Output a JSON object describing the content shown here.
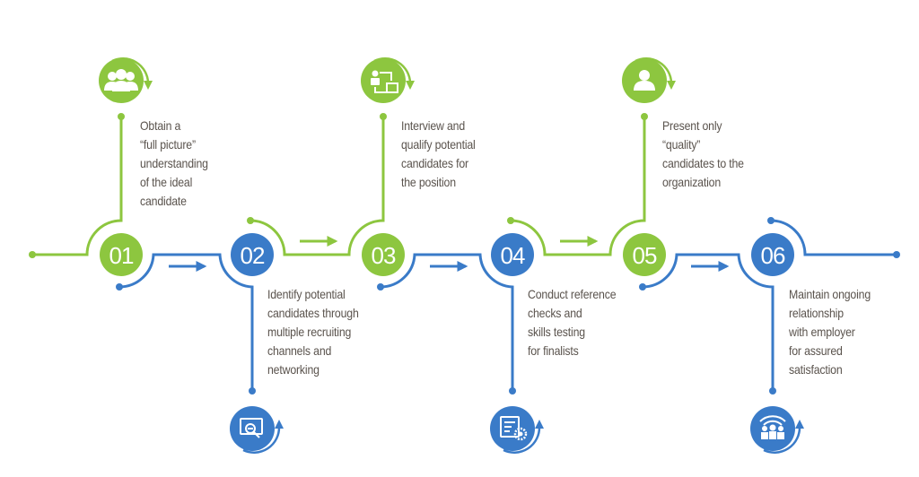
{
  "title": "Recruiting process timeline",
  "colors": {
    "green": "#8DC63F",
    "blue": "#3A7BC8",
    "text": "#5a534d"
  },
  "steps": [
    {
      "number": "01",
      "color": "green",
      "icon": "group-people-icon",
      "text": "Obtain a\n“full picture”\nunderstanding\nof the ideal\ncandidate"
    },
    {
      "number": "02",
      "color": "blue",
      "icon": "monitor-search-icon",
      "text": "Identify potential\ncandidates through\nmultiple recruiting\nchannels and\nnetworking"
    },
    {
      "number": "03",
      "color": "green",
      "icon": "interview-flow-icon",
      "text": "Interview and\nqualify potential\ncandidates for\nthe position"
    },
    {
      "number": "04",
      "color": "blue",
      "icon": "document-gear-icon",
      "text": "Conduct reference\nchecks and\nskills testing\nfor finalists"
    },
    {
      "number": "05",
      "color": "green",
      "icon": "single-person-icon",
      "text": "Present only\n“quality”\ncandidates to the\norganization"
    },
    {
      "number": "06",
      "color": "blue",
      "icon": "team-wifi-icon",
      "text": "Maintain ongoing\nrelationship\nwith employer\nfor assured\nsatisfaction"
    }
  ]
}
